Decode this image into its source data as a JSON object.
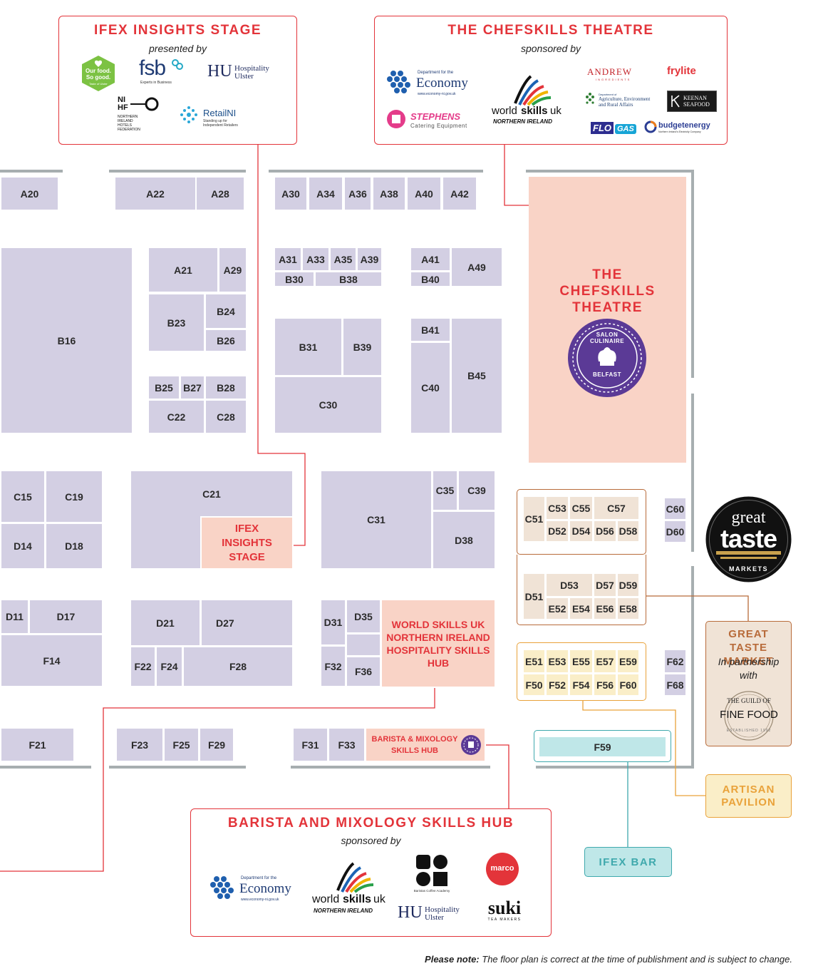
{
  "colors": {
    "stand": "#d3cfe3",
    "feature": "#f9d3c6",
    "feature_red": "#e3343a",
    "great_taste": "#f0e3d6",
    "great_taste_brown": "#b86b3a",
    "artisan": "#faeec8",
    "artisan_orange": "#e9a23a",
    "bar": "#bfe7e8",
    "bar_teal": "#3fa9ad",
    "wall": "#a7aeb0"
  },
  "ifex_box": {
    "title": "IFEX INSIGHTS STAGE",
    "subtitle": "presented by",
    "logos": {
      "ourfood_line1": "Our food.",
      "ourfood_line2": "So good.",
      "ourfood_line3": "Taste of Ulster",
      "fsb": "fsb",
      "fsb_sub": "Experts in Business",
      "hu_mark": "HU",
      "hu_line1": "Hospitality",
      "hu_line2": "Ulster",
      "nihf_mark1": "NI",
      "nihf_mark2": "HF",
      "nihf_line1": "NORTHERN",
      "nihf_line2": "IRELAND",
      "nihf_line3": "HOTELS",
      "nihf_line4": "FEDERATION",
      "retail": "RetailNI",
      "retail_sub1": "Standing up for",
      "retail_sub2": "Independent Retailers"
    }
  },
  "chefskills_box": {
    "title": "THE CHEFSKILLS THEATRE",
    "subtitle": "sponsored by",
    "logos": {
      "doe_small": "Department for the",
      "doe_big": "Economy",
      "doe_url": "www.economy-ni.gov.uk",
      "stephens": "STEPHENS",
      "stephens_sub": "Catering Equipment",
      "ws_world": "world",
      "ws_skills": "skills",
      "ws_uk": "uk",
      "ws_ni": "NORTHERN IRELAND",
      "andrew": "ANDREW",
      "andrew_sub": "INGREDIENTS",
      "frylite": "frylite",
      "daera_small": "Department of",
      "daera_line1": "Agriculture, Environment",
      "daera_line2": "and Rural Affairs",
      "keenan1": "KEENAN",
      "keenan2": "SEAFOOD",
      "flo": "FLO",
      "gas": "GAS",
      "budget": "budgetenergy",
      "budget_sub": "Northern Ireland's Electricity Company"
    }
  },
  "barista_box": {
    "title": "BARISTA AND MIXOLOGY SKILLS HUB",
    "subtitle": "sponsored by",
    "logos": {
      "doe_small": "Department for the",
      "doe_big": "Economy",
      "doe_url": "www.economy-ni.gov.uk",
      "ws_world": "world",
      "ws_skills": "skills",
      "ws_uk": "uk",
      "ws_ni": "NORTHERN IRELAND",
      "baristas": "Baristas Coffee Academy",
      "marco": "marco",
      "hu_mark": "HU",
      "hu_line1": "Hospitality",
      "hu_line2": "Ulster",
      "suki": "suki",
      "suki_sub": "TEA MAKERS"
    }
  },
  "features": {
    "chefskills_theatre": "THE CHEFSKILLS THEATRE",
    "salon_line1": "SALON",
    "salon_line2": "CULINAIRE",
    "salon_line3": "BELFAST",
    "ifex_insights": "IFEX INSIGHTS STAGE",
    "world_skills": "WORLD SKILLS UK NORTHERN IRELAND HOSPITALITY SKILLS HUB",
    "barista_hub_line1": "BARISTA & MIXOLOGY",
    "barista_hub_line2": "SKILLS HUB",
    "great_taste_title": "GREAT TASTE MARKET",
    "great_taste_sub": "In partnership with",
    "guild_line1": "THE GUILD OF",
    "guild_line2": "FINE FOOD",
    "guild_line3": "ESTABLISHED 1992",
    "artisan": "ARTISAN PAVILION",
    "ifex_bar": "IFEX BAR",
    "gt_badge_great": "great",
    "gt_badge_taste": "taste",
    "gt_badge_markets": "MARKETS"
  },
  "stands": {
    "A20": "A20",
    "A22": "A22",
    "A28": "A28",
    "A30": "A30",
    "A34": "A34",
    "A36": "A36",
    "A38": "A38",
    "A40": "A40",
    "A42": "A42",
    "B16": "B16",
    "A21": "A21",
    "A29": "A29",
    "B23": "B23",
    "B24": "B24",
    "B26": "B26",
    "B25": "B25",
    "B27": "B27",
    "B28": "B28",
    "C22": "C22",
    "C28": "C28",
    "A31": "A31",
    "A33": "A33",
    "A35": "A35",
    "A39": "A39",
    "B30": "B30",
    "B38": "B38",
    "A41": "A41",
    "B40": "B40",
    "A49": "A49",
    "B31": "B31",
    "B39": "B39",
    "C30": "C30",
    "B41": "B41",
    "C40": "C40",
    "B45": "B45",
    "C15": "C15",
    "C19": "C19",
    "D14": "D14",
    "D18": "D18",
    "C21": "C21",
    "C31": "C31",
    "C35": "C35",
    "C39": "C39",
    "D38": "D38",
    "C51": "C51",
    "C53": "C53",
    "C55": "C55",
    "C57": "C57",
    "D52": "D52",
    "D54": "D54",
    "D56": "D56",
    "D58": "D58",
    "C60": "C60",
    "D60": "D60",
    "D51": "D51",
    "D53": "D53",
    "D57": "D57",
    "D59": "D59",
    "E52": "E52",
    "E54": "E54",
    "E56": "E56",
    "E58": "E58",
    "D11": "D11",
    "D17": "D17",
    "F14": "F14",
    "D21": "D21",
    "D27": "D27",
    "F22": "F22",
    "F24": "F24",
    "F28": "F28",
    "D31": "D31",
    "D35": "D35",
    "F32": "F32",
    "F36": "F36",
    "E51": "E51",
    "E53": "E53",
    "E55": "E55",
    "E57": "E57",
    "E59": "E59",
    "F50": "F50",
    "F52": "F52",
    "F54": "F54",
    "F56": "F56",
    "F60": "F60",
    "F62": "F62",
    "F68": "F68",
    "F21": "F21",
    "F23": "F23",
    "F25": "F25",
    "F29": "F29",
    "F31": "F31",
    "F33": "F33",
    "F59": "F59"
  },
  "note": {
    "bold": "Please note:",
    "text": " The floor plan is correct at the time of publishment and is subject to change."
  }
}
